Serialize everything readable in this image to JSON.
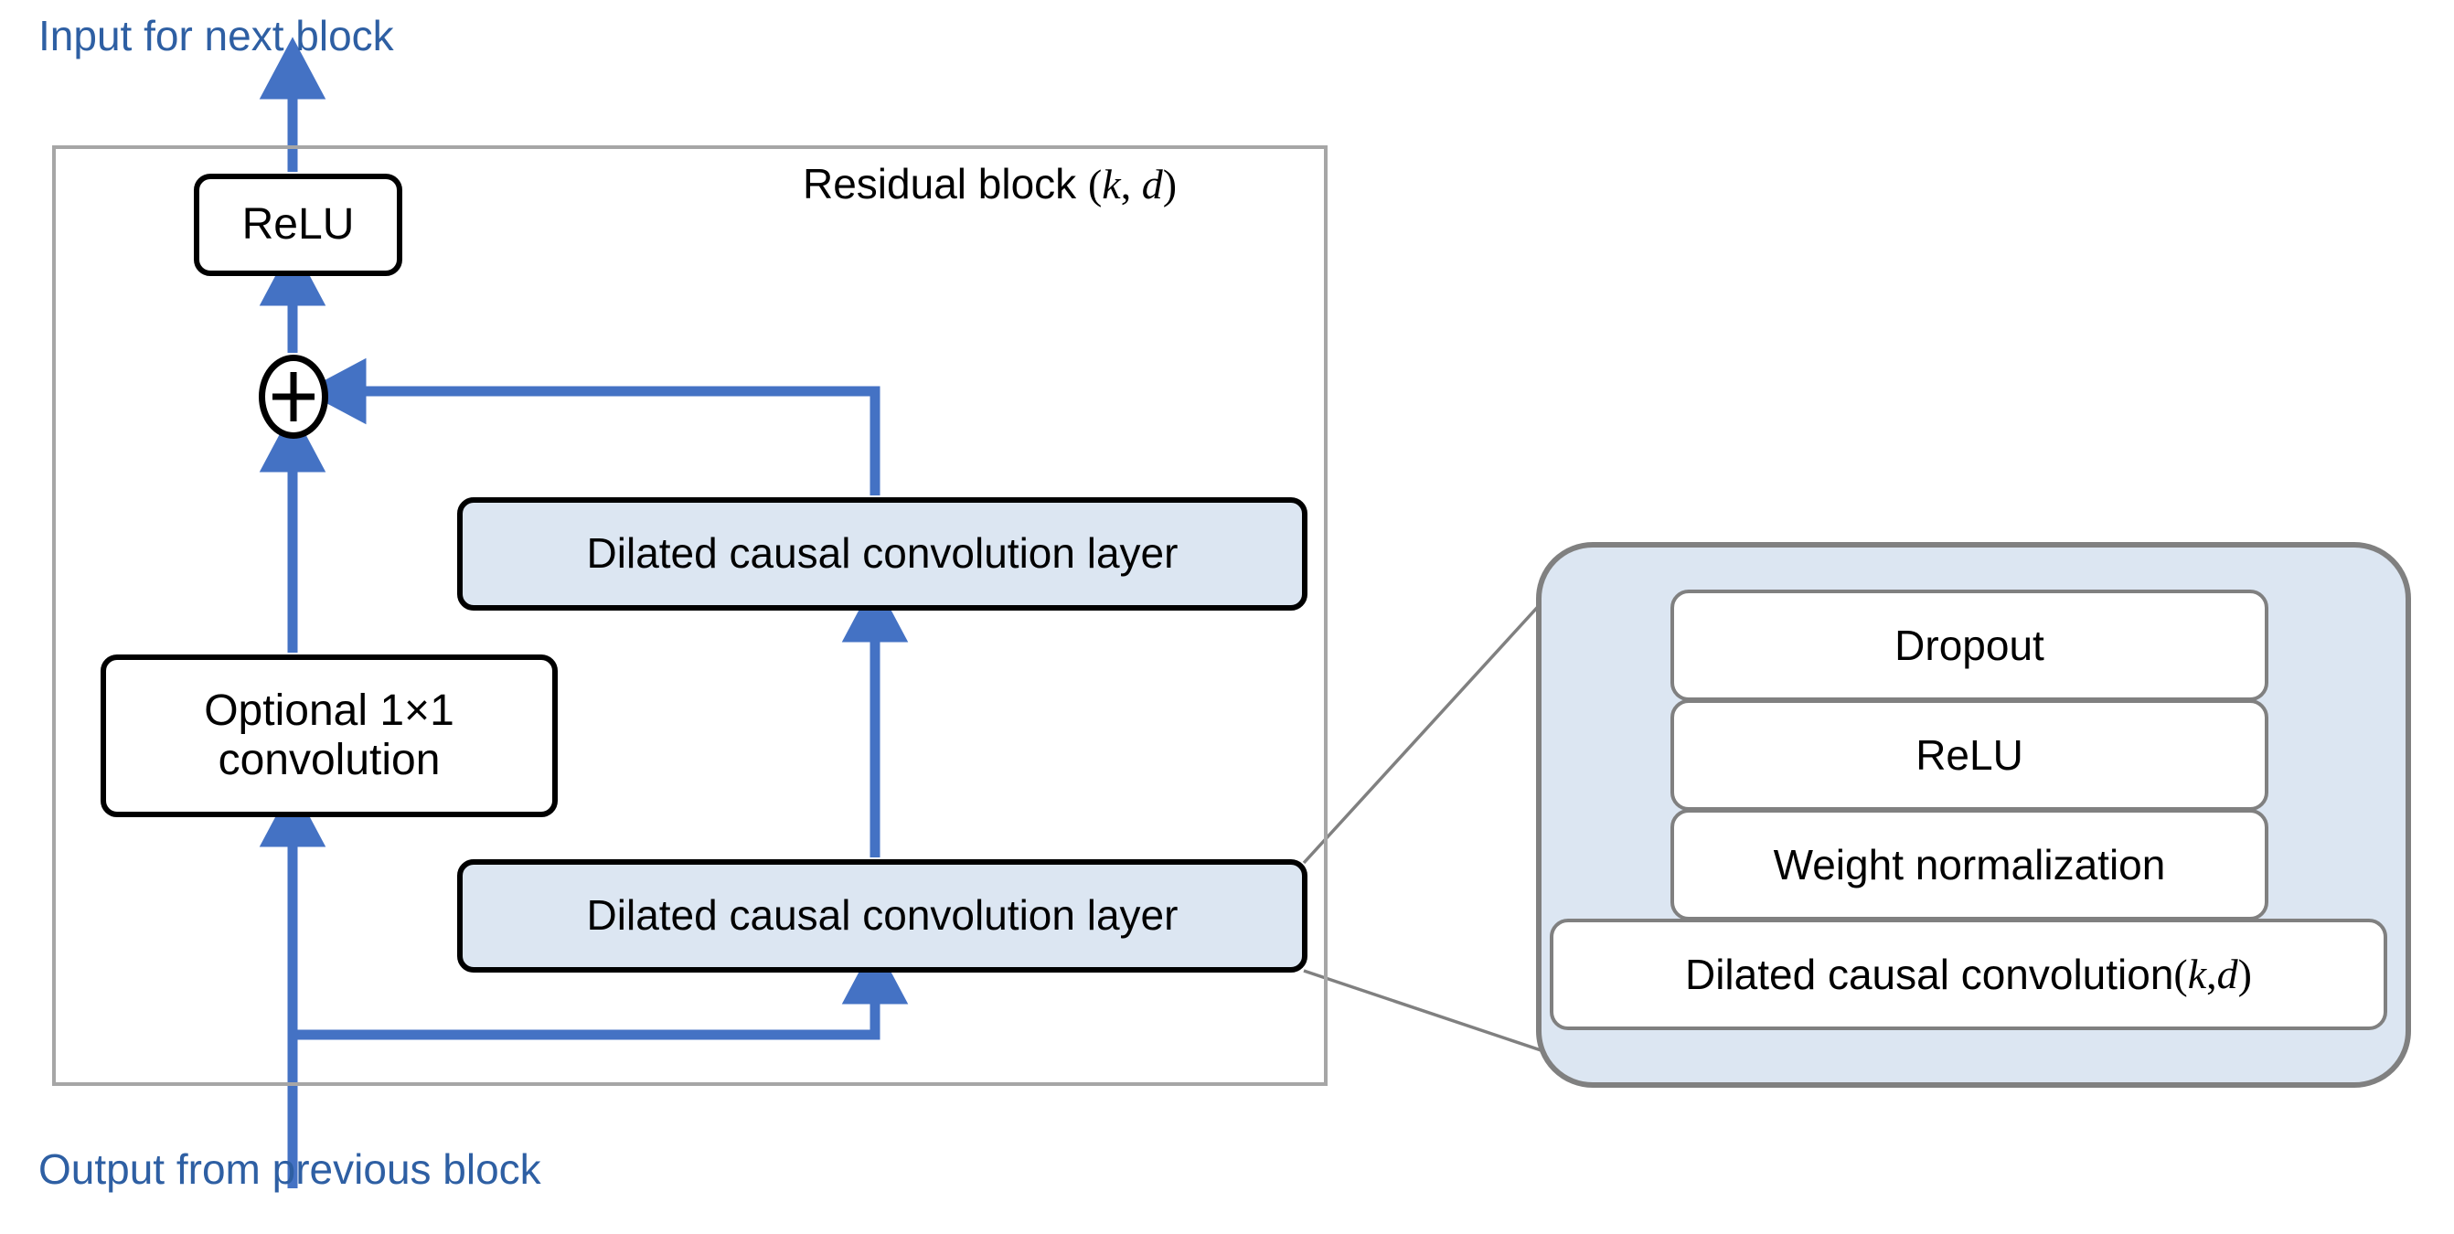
{
  "diagram": {
    "title": "Temporal Convolutional Network residual block",
    "colors": {
      "arrow_blue": "#4472C4",
      "label_blue": "#2E5FA3",
      "box_tint": "#dce6f2",
      "frame_gray": "#a6a6a6",
      "panel_border_gray": "#808080",
      "box_outline": "#000000",
      "background": "#ffffff"
    },
    "edge_labels": {
      "top": "Input for next block",
      "bottom": "Output from previous block"
    },
    "block": {
      "title_text": "Residual block ",
      "title_open_paren": "(",
      "title_k": "k",
      "title_comma": ", ",
      "title_d": "d",
      "title_close_paren": ")"
    },
    "nodes": {
      "relu": "ReLU",
      "optional_conv_line1": "Optional 1×1",
      "optional_conv_line2": "convolution",
      "dilated_conv_top": "Dilated causal convolution  layer",
      "dilated_conv_bottom": "Dilated causal convolution  layer",
      "add_symbol": "+"
    },
    "detail_panel": {
      "rows": [
        {
          "label": "Dropout"
        },
        {
          "label": "ReLU"
        },
        {
          "label": "Weight normalization"
        }
      ],
      "bottom_row": {
        "text": "Dilated causal convolution ",
        "open_paren": "(",
        "k": "k",
        "comma": ", ",
        "d": "d",
        "close_paren": ")"
      }
    }
  }
}
